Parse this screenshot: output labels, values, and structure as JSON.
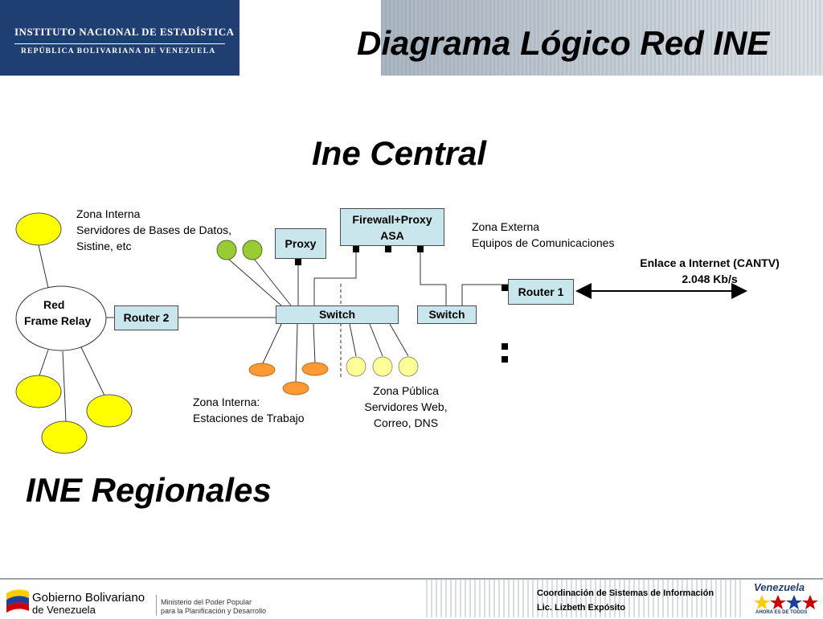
{
  "header": {
    "logo_line1": "INSTITUTO NACIONAL DE ESTADÍSTICA",
    "logo_line2": "REPÚBLICA BOLIVARIANA DE VENEZUELA",
    "title": "Diagrama Lógico Red INE"
  },
  "sections": {
    "central": "Ine Central",
    "regional": "INE Regionales"
  },
  "nodes": {
    "firewall_line1": "Firewall+Proxy",
    "firewall_line2": "ASA",
    "proxy": "Proxy",
    "switch_main": "Switch",
    "switch_ext": "Switch",
    "router1": "Router 1",
    "router2": "Router 2",
    "frame_relay_line1": "Red",
    "frame_relay_line2": "Frame Relay"
  },
  "zones": {
    "interna_servers": [
      "Zona Interna",
      "Servidores de Bases de Datos,",
      "Sistine, etc"
    ],
    "externa": [
      "Zona Externa",
      "Equipos de Comunicaciones"
    ],
    "internet": [
      "Enlace a Internet (CANTV)",
      "2.048 Kb/s"
    ],
    "interna_stations": [
      "Zona Interna:",
      "Estaciones de Trabajo"
    ],
    "publica": [
      "Zona Pública",
      "Servidores Web,",
      "Correo, DNS"
    ]
  },
  "colors": {
    "box_fill": "#c9e6ec",
    "regional_node": "#ffff00",
    "internal_server": "#99cc33",
    "workstation": "#ff9933",
    "public_server": "#ffff99",
    "header_blue": "#1f3f73"
  },
  "footer": {
    "gov_line1": "Gobierno Bolivariano",
    "gov_line2": "de Venezuela",
    "ministry_line1": "Ministerio del Poder Popular",
    "ministry_line2": "para la Planificación y Desarrollo",
    "credit_line1": "Coordinación de Sistemas de Información",
    "credit_line2": "Lic. Lizbeth Expósito",
    "brand": "Venezuela",
    "slogan": "AHORA ES DE TODOS"
  }
}
